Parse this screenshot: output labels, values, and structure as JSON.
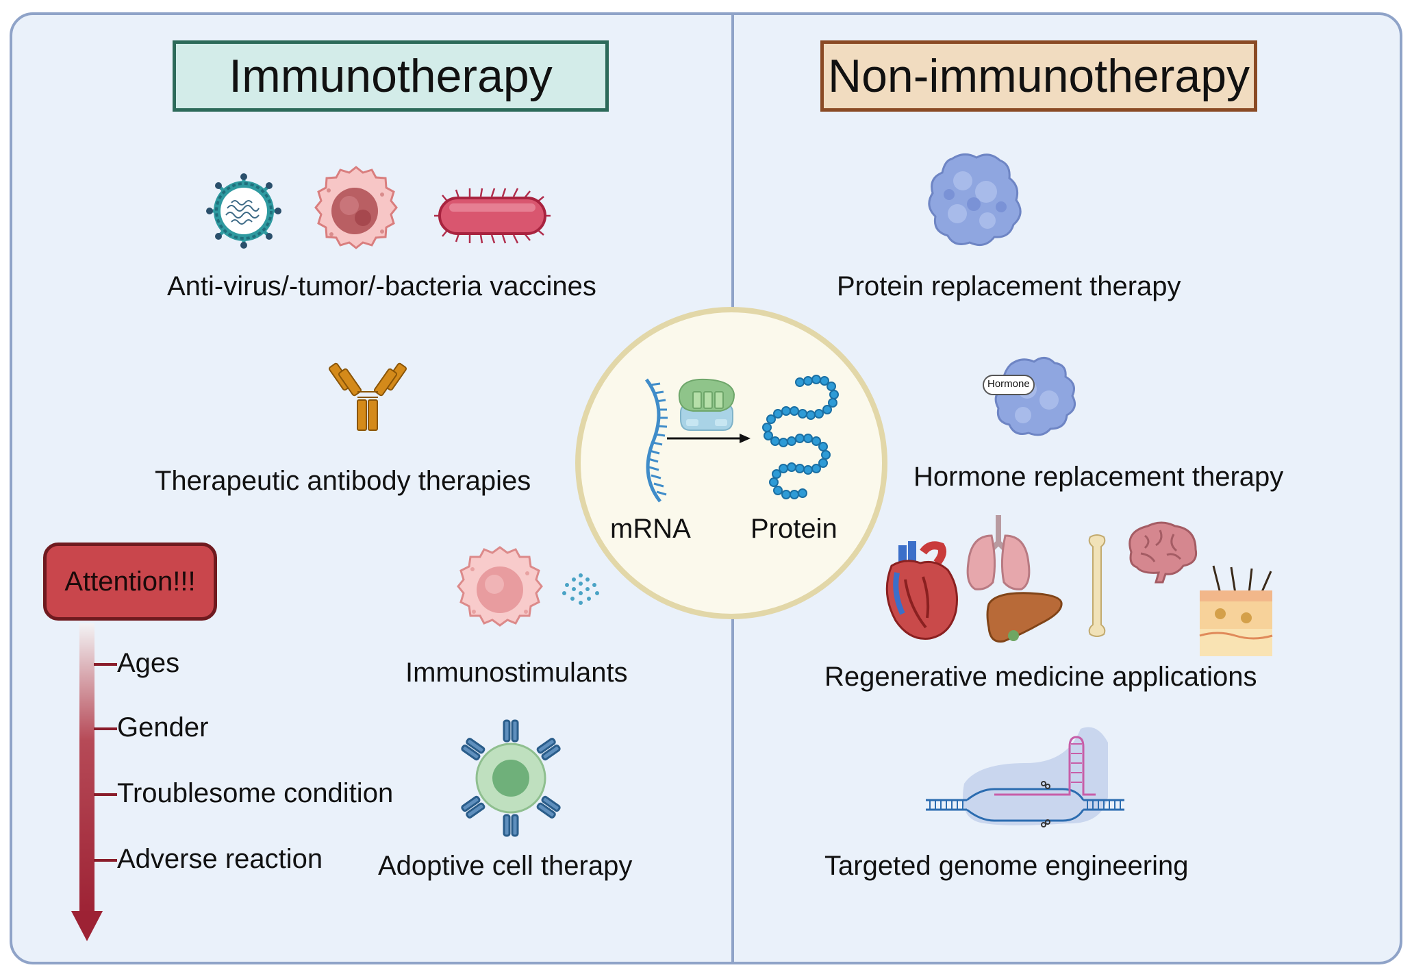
{
  "left_panel": {
    "title": "Immunotherapy",
    "items": [
      {
        "label": "Anti-virus/-tumor/-bacteria vaccines",
        "icons": [
          "virus-icon",
          "tumor-cell-icon",
          "bacterium-icon"
        ]
      },
      {
        "label": "Therapeutic antibody therapies",
        "icons": [
          "antibody-icon"
        ]
      },
      {
        "label": "Immunostimulants",
        "icons": [
          "immune-cell-icon",
          "cytokine-particles-icon"
        ]
      },
      {
        "label": "Adoptive cell therapy",
        "icons": [
          "t-cell-with-receptors-icon"
        ]
      }
    ],
    "attention": {
      "title": "Attention!!!",
      "items": [
        "Ages",
        "Gender",
        "Troublesome condition",
        "Adverse reaction"
      ]
    }
  },
  "right_panel": {
    "title": "Non-immunotherapy",
    "items": [
      {
        "label": "Protein replacement therapy",
        "icons": [
          "protein-icon"
        ]
      },
      {
        "label": "Hormone replacement therapy",
        "icons": [
          "hormone-protein-icon"
        ],
        "icon_text": "Hormone"
      },
      {
        "label": "Regenerative medicine applications",
        "icons": [
          "heart-icon",
          "lungs-icon",
          "liver-icon",
          "bone-icon",
          "brain-icon",
          "skin-icon"
        ]
      },
      {
        "label": "Targeted genome engineering",
        "icons": [
          "crispr-dna-icon"
        ]
      }
    ]
  },
  "center": {
    "mrna_label": "mRNA",
    "protein_label": "Protein",
    "icons": [
      "mrna-strand-icon",
      "ribosome-icon",
      "arrow-icon",
      "protein-chain-icon"
    ]
  },
  "colors": {
    "frame_border": "#8fa3c8",
    "background": "#eaf1fa",
    "immuno_title_bg": "#d3ece9",
    "immuno_title_border": "#2c6a59",
    "nonimmuno_title_bg": "#f1dcc0",
    "nonimmuno_title_border": "#8a4a24",
    "attention_red": "#c9464c",
    "arrow_red": "#9d2234",
    "circle_bg": "#fbf9ec",
    "circle_border": "#e2d7a8"
  }
}
